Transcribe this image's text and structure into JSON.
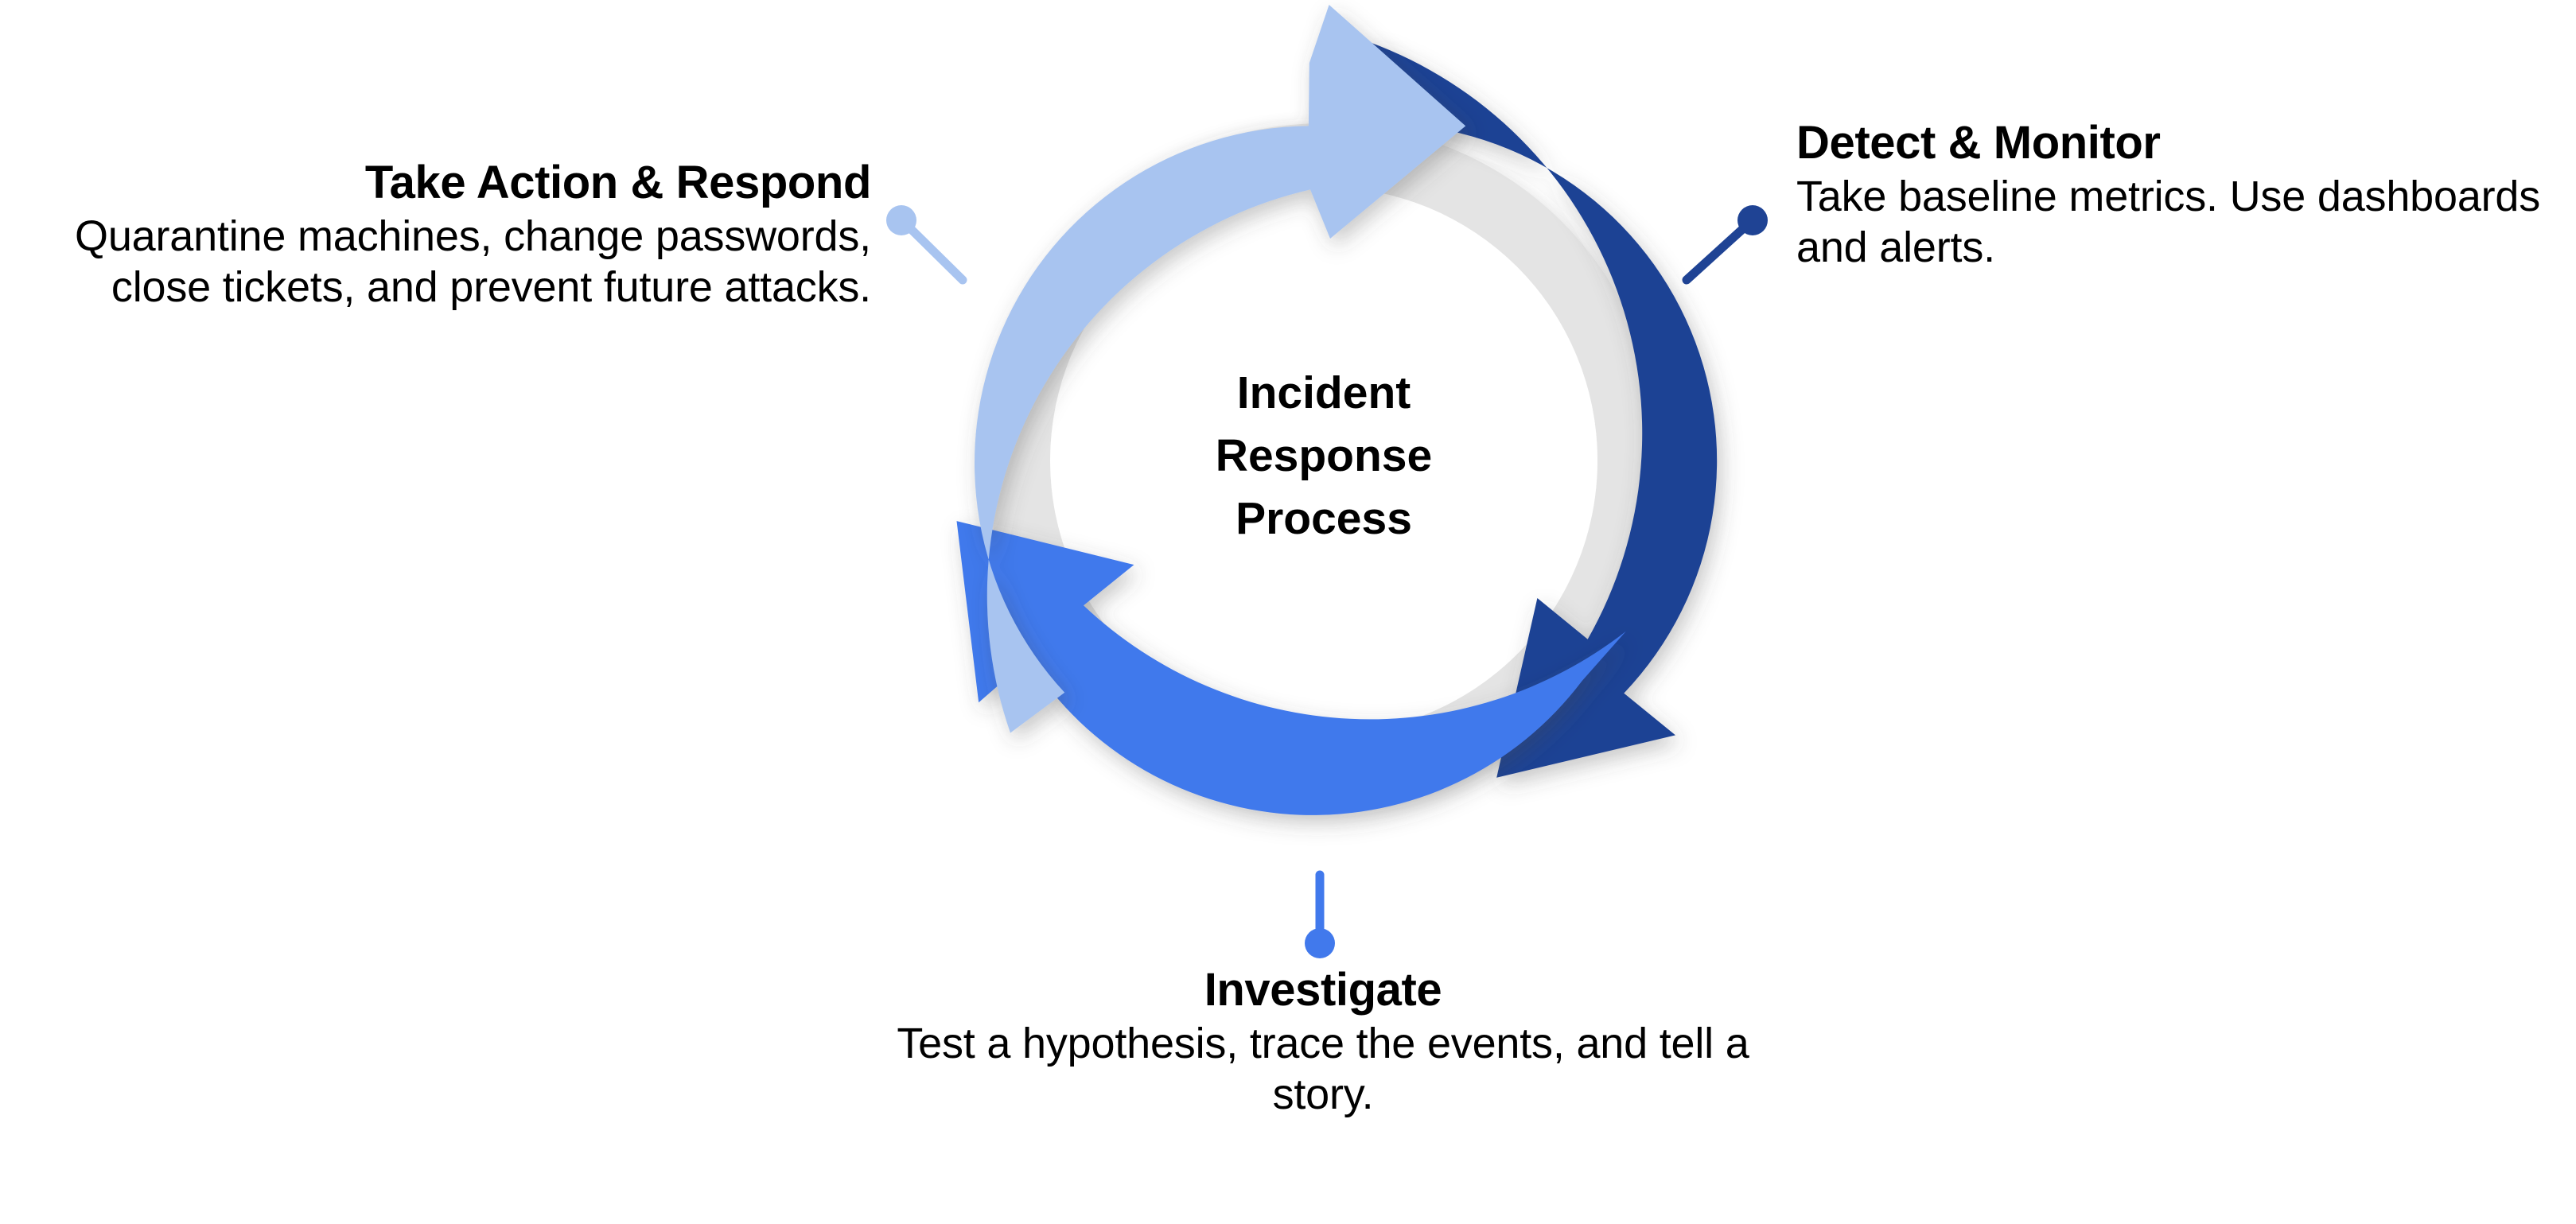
{
  "diagram": {
    "type": "cycle-diagram",
    "center_label_lines": [
      "Incident",
      "Response",
      "Process"
    ],
    "center_label": "Incident Response Process",
    "rotation_direction": "clockwise",
    "segment_count": 3,
    "colors": {
      "light_blue": "#A8C4F0",
      "dark_blue": "#1F4394",
      "medium_blue": "#4179EC",
      "track_grey": "#E4E4E4",
      "background": "#FFFFFF",
      "text": "#000000"
    },
    "steps": [
      {
        "id": "detect",
        "order": 1,
        "title": "Detect & Monitor",
        "body": "Take baseline metrics. Use dashboards and alerts.",
        "arc_color": "#1F4394",
        "position": "right",
        "connector_color": "#1F4394"
      },
      {
        "id": "investigate",
        "order": 2,
        "title": "Investigate",
        "body": "Test a hypothesis, trace the events, and tell a story.",
        "arc_color": "#4179EC",
        "position": "bottom",
        "connector_color": "#4179EC"
      },
      {
        "id": "respond",
        "order": 3,
        "title": "Take Action & Respond",
        "body": "Quarantine machines, change passwords, close tickets, and prevent future attacks.",
        "arc_color": "#A8C4F0",
        "position": "left",
        "connector_color": "#A8C4F0"
      }
    ]
  }
}
